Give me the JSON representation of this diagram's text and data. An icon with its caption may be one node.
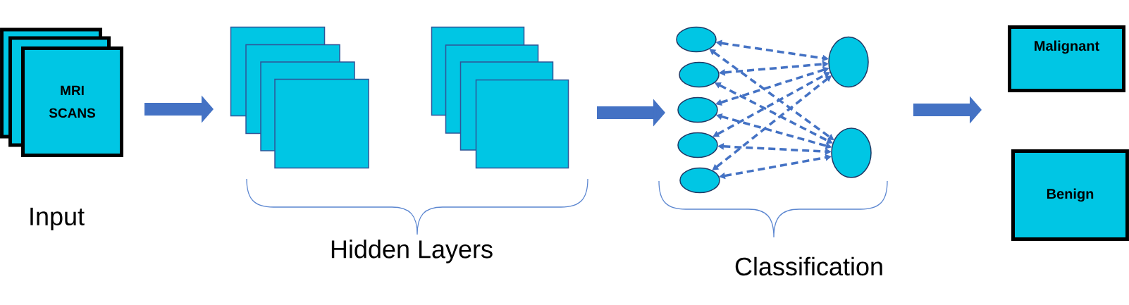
{
  "diagram": {
    "nodes": [
      {
        "text": [
          "MRI SCANS"
        ]
      },
      {
        "text": [],
        "shape": "box"
      },
      {
        "text": [],
        "shape": "box"
      },
      {
        "text": [],
        "shape": "box"
      },
      {
        "text": [],
        "shape": "box"
      },
      {
        "text": [],
        "shape": "box"
      },
      {
        "text": [],
        "shape": "box"
      },
      {
        "text": [],
        "shape": "box"
      },
      {
        "text": [],
        "shape": "box"
      },
      {
        "text": [],
        "shape": "ellipse"
      },
      {
        "text": [],
        "shape": "ellipse"
      },
      {
        "text": [],
        "shape": "ellipse"
      },
      {
        "text": [],
        "shape": "ellipse"
      },
      {
        "text": [],
        "shape": "ellipse"
      },
      {
        "text": [],
        "shape": "ellipse"
      },
      {
        "text": [],
        "shape": "ellipse"
      },
      {
        "text": [
          "Malignant"
        ]
      },
      {
        "text": [
          "Benign"
        ]
      }
    ],
    "edges": [
      {
        "from": 0,
        "to": 1,
        "arrow": "to",
        "style": "thick"
      },
      {
        "from": 8,
        "to": 11,
        "arrow": "to",
        "style": "thick"
      },
      {
        "from": 9,
        "to": 14,
        "arrow": "both",
        "style": "dashed"
      },
      {
        "from": 9,
        "to": 15,
        "arrow": "both",
        "style": "dashed"
      },
      {
        "from": 10,
        "to": 14,
        "arrow": "both",
        "style": "dashed"
      },
      {
        "from": 10,
        "to": 15,
        "arrow": "both",
        "style": "dashed"
      },
      {
        "from": 11,
        "to": 14,
        "arrow": "both",
        "style": "dashed"
      },
      {
        "from": 11,
        "to": 15,
        "arrow": "both",
        "style": "dashed"
      },
      {
        "from": 12,
        "to": 14,
        "arrow": "both",
        "style": "dashed"
      },
      {
        "from": 12,
        "to": 15,
        "arrow": "both",
        "style": "dashed"
      },
      {
        "from": 13,
        "to": 14,
        "arrow": "both",
        "style": "dashed"
      },
      {
        "from": 13,
        "to": 15,
        "arrow": "both",
        "style": "dashed"
      }
    ],
    "labels": [
      "Input",
      "Hidden Layers",
      "Classification"
    ]
  }
}
